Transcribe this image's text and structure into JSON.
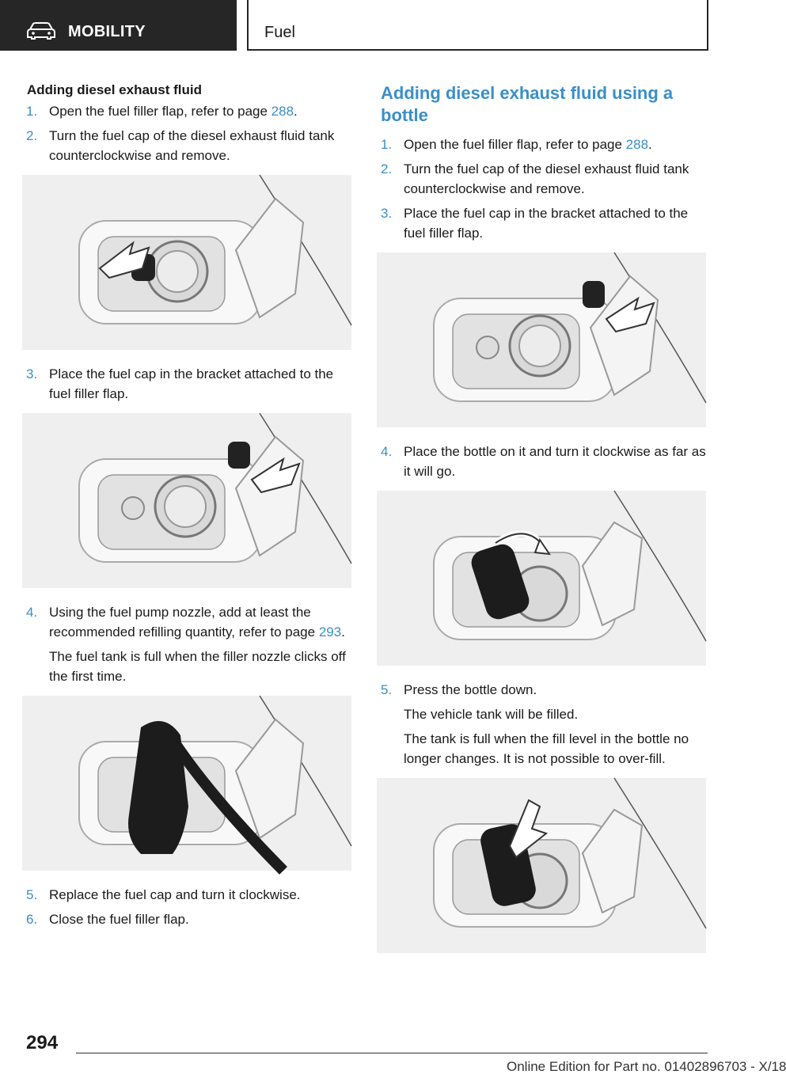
{
  "header": {
    "section": "MOBILITY",
    "chapter": "Fuel"
  },
  "left": {
    "heading": "Adding diesel exhaust fluid",
    "steps": [
      {
        "num": "1.",
        "text": "Open the fuel filler flap, refer to page ",
        "link": "288",
        "tail": "."
      },
      {
        "num": "2.",
        "text": "Turn the fuel cap of the diesel exhaust fluid tank counterclockwise and remove."
      },
      {
        "num": "3.",
        "text": "Place the fuel cap in the bracket attached to the fuel filler flap."
      },
      {
        "num": "4.",
        "text": "Using the fuel pump nozzle, add at least the recommended refilling quantity, refer to page ",
        "link": "293",
        "tail": ".",
        "note": "The fuel tank is full when the filler nozzle clicks off the first time."
      },
      {
        "num": "5.",
        "text": "Replace the fuel cap and turn it clockwise."
      },
      {
        "num": "6.",
        "text": "Close the fuel filler flap."
      }
    ]
  },
  "right": {
    "heading": "Adding diesel exhaust fluid using a bottle",
    "steps": [
      {
        "num": "1.",
        "text": "Open the fuel filler flap, refer to page ",
        "link": "288",
        "tail": "."
      },
      {
        "num": "2.",
        "text": "Turn the fuel cap of the diesel exhaust fluid tank counterclockwise and remove."
      },
      {
        "num": "3.",
        "text": "Place the fuel cap in the bracket attached to the fuel filler flap."
      },
      {
        "num": "4.",
        "text": "Place the bottle on it and turn it clockwise as far as it will go."
      },
      {
        "num": "5.",
        "text": "Press the bottle down.",
        "note": "The vehicle tank will be filled.",
        "note2": "The tank is full when the fill level in the bottle no longer changes. It is not possible to over‐fill."
      }
    ]
  },
  "footer": {
    "page": "294",
    "edition": "Online Edition for Part no. 01402896703 - X/18"
  }
}
